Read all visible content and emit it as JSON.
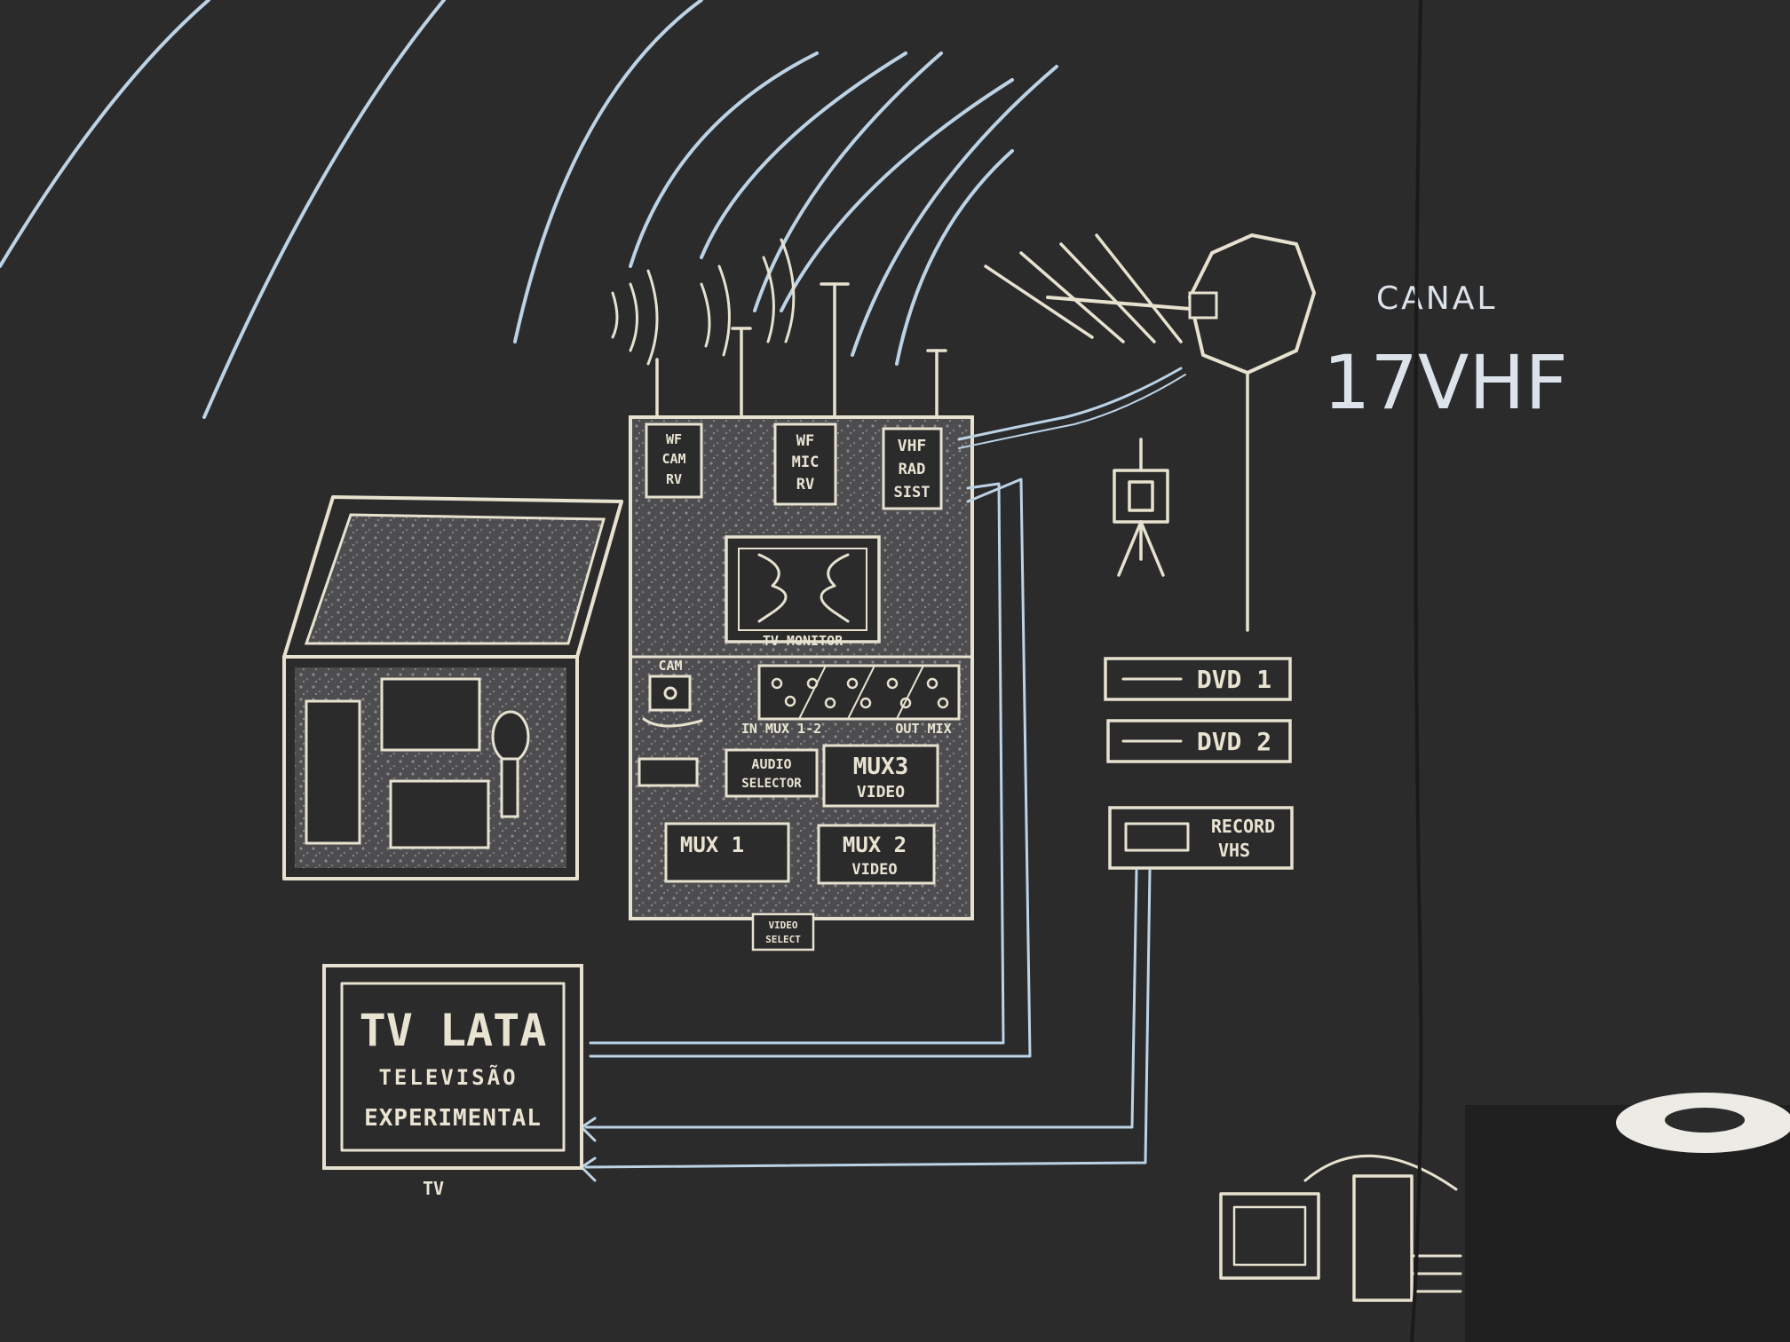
{
  "board": {
    "background": "#2b2b2c",
    "chalk_color": "#e7e2cf",
    "cable_color": "#bcd3e6"
  },
  "antenna": {
    "canal_label": "CANAL",
    "channel_label": "17VHF"
  },
  "receivers": {
    "wf_cam_rv": [
      "WF",
      "CAM",
      "RV"
    ],
    "wf_mic_rv": [
      "WF",
      "MIC",
      "RV"
    ],
    "vhf_rad_sist": [
      "VHF",
      "RAD",
      "SIST"
    ]
  },
  "monitor": {
    "label": "TV MONITOR"
  },
  "console": {
    "cam_label": "CAM",
    "in_mux_label": "IN MUX 1-2",
    "out_mix_label": "OUT MIX",
    "audio_selector": [
      "AUDIO",
      "SELECTOR"
    ],
    "mux3": [
      "MUX3",
      "VIDEO"
    ],
    "mux1": "MUX 1",
    "mux2": [
      "MUX 2",
      "VIDEO"
    ],
    "video_select": [
      "VIDEO",
      "SELECT"
    ]
  },
  "players": {
    "dvd1": "DVD 1",
    "dvd2": "DVD 2",
    "record_vhs": [
      "RECORD",
      "VHS"
    ]
  },
  "tv": {
    "brand": "TV LATA",
    "line1": "TELEVISÃO",
    "line2": "EXPERIMENTAL",
    "caption": "TV"
  }
}
